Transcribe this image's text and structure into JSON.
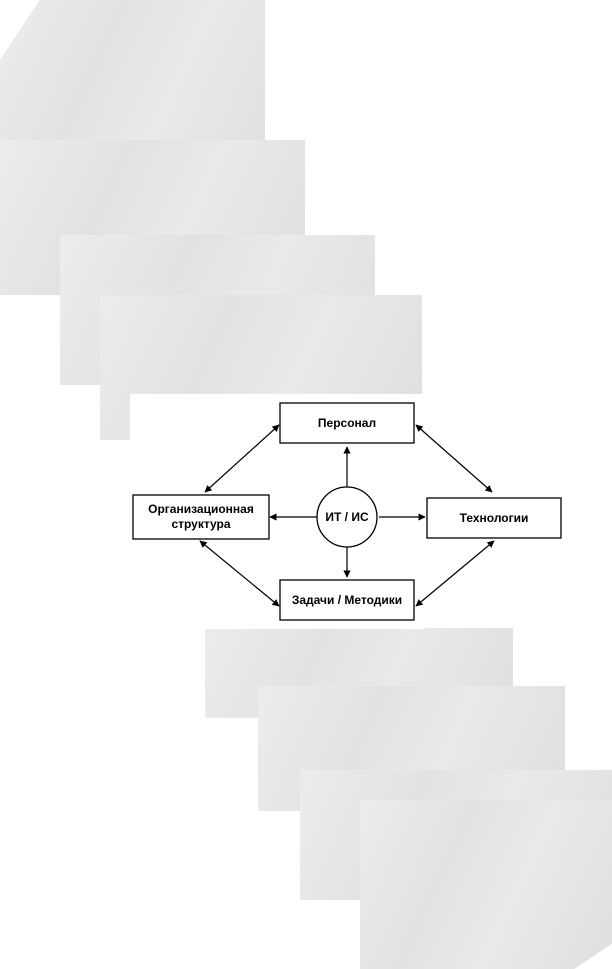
{
  "diagram": {
    "center_label": "ИТ / ИС",
    "top_label": "Персонал",
    "left_label_line1": "Организационная",
    "left_label_line2": "структура",
    "right_label": "Технологии",
    "bottom_label": "Задачи / Методики"
  },
  "colors": {
    "stroke": "#000000",
    "background_stripes": "#e4e4e4"
  }
}
